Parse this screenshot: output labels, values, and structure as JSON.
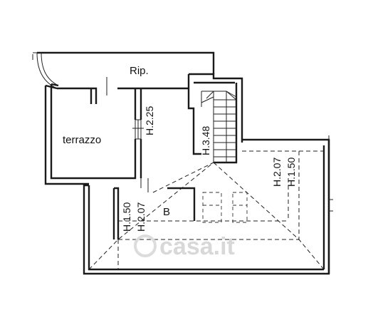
{
  "rooms": {
    "terrazzo": "terrazzo",
    "rip": "Rip.",
    "b": "B"
  },
  "heights": {
    "h225": "H.2.25",
    "h348": "H.3.48",
    "h207_right": "H.2.07",
    "h150_right": "H.1.50",
    "h150_left": "H.1.50",
    "h207_left": "H.2.07"
  },
  "watermark": "casa.it"
}
